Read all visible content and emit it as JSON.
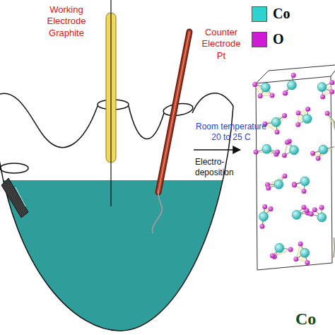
{
  "diagram": {
    "labels": [
      "Working Electrode Graphite",
      "Counter Electrode Pt",
      "Room temperature 20 to 25 C",
      "Electro- deposition",
      "Co"
    ],
    "legend": [
      {
        "text": "Co",
        "color": "#2ed3d0"
      },
      {
        "text": "O",
        "color": "#d21ad6"
      }
    ]
  }
}
